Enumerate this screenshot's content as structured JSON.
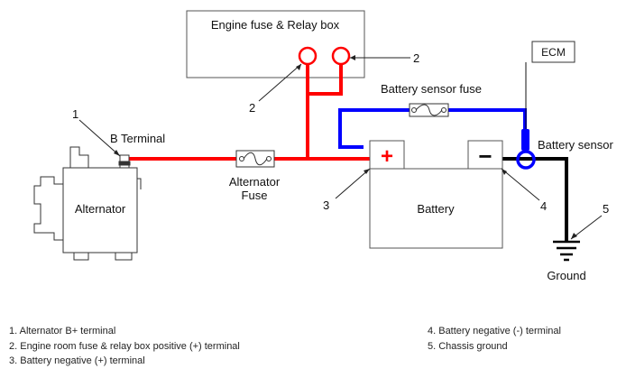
{
  "labels": {
    "relay_box": "Engine fuse & Relay box",
    "ecm": "ECM",
    "battery_sensor_fuse": "Battery sensor fuse",
    "battery_sensor": "Battery sensor",
    "b_terminal": "B Terminal",
    "alternator": "Alternator",
    "alternator_fuse_line1": "Alternator",
    "alternator_fuse_line2": "Fuse",
    "battery": "Battery",
    "ground": "Ground",
    "positive_symbol": "+",
    "negative_symbol": "−"
  },
  "callouts": {
    "c1": "1",
    "c2_left": "2",
    "c2_right": "2",
    "c3": "3",
    "c4": "4",
    "c5": "5"
  },
  "legend": {
    "left": [
      "1. Alternator B+ terminal",
      "2. Engine room fuse & relay box positive (+) terminal",
      "3. Battery negative (+) terminal"
    ],
    "right": [
      "4. Battery negative (-) terminal",
      "5. Chassis ground"
    ]
  },
  "colors": {
    "positive_wire": "#ff0000",
    "sensor_wire": "#0000ff",
    "ground_wire": "#000000",
    "line": "#222222"
  }
}
